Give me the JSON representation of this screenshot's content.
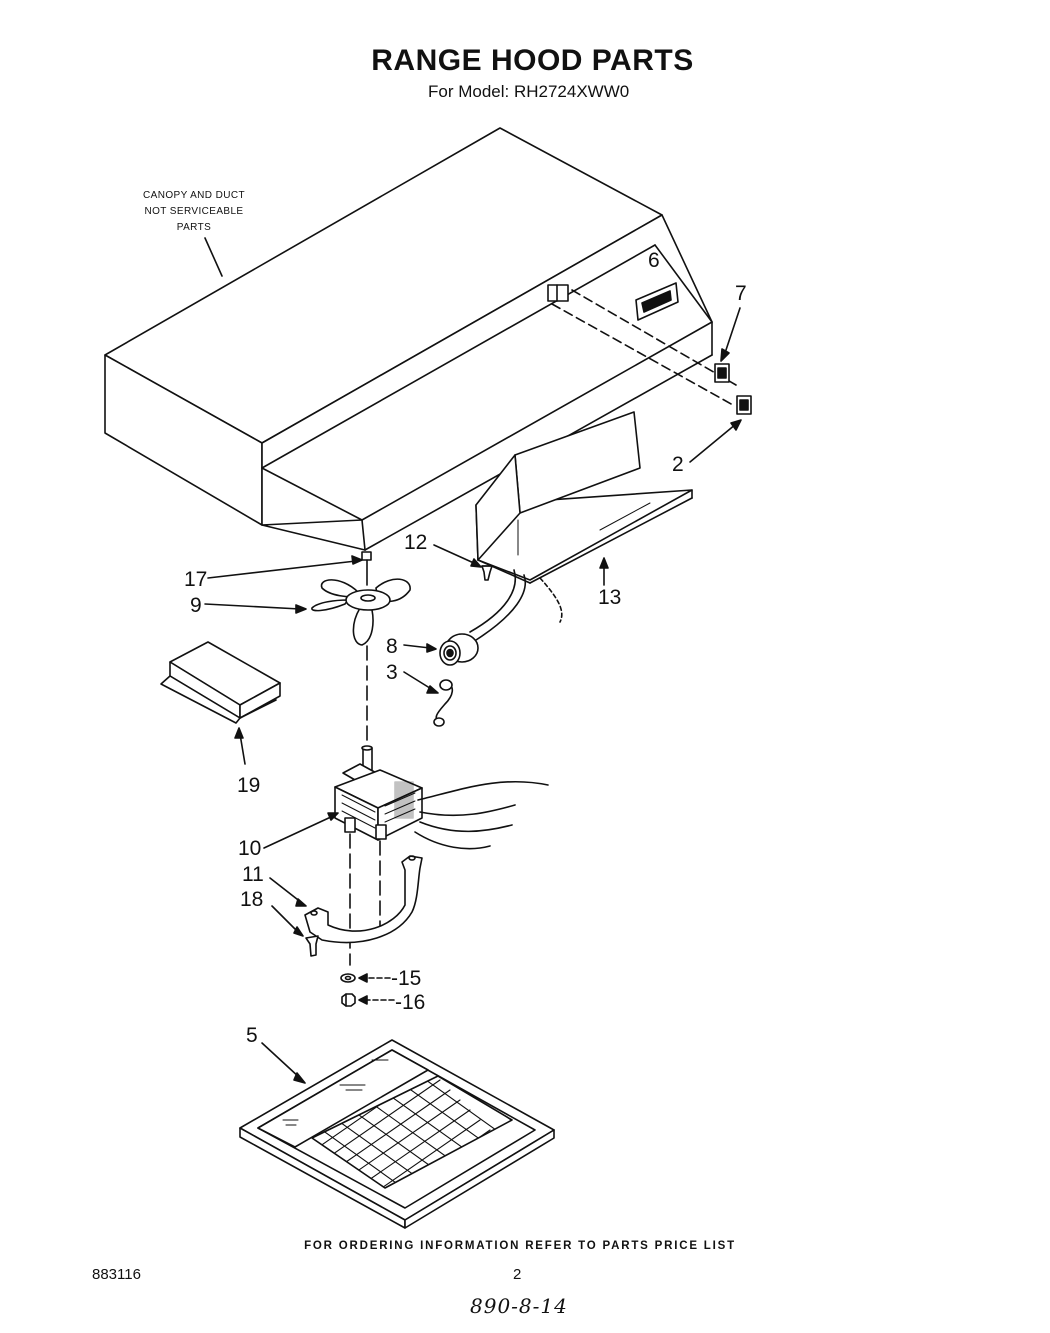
{
  "header": {
    "title": "RANGE HOOD PARTS",
    "subtitle": "For Model: RH2724XWW0"
  },
  "note": {
    "line1": "CANOPY AND DUCT",
    "line2": "NOT SERVICEABLE",
    "line3": "PARTS"
  },
  "callouts": {
    "c2": "2",
    "c3": "3",
    "c5": "5",
    "c6": "6",
    "c7": "7",
    "c8": "8",
    "c9": "9",
    "c10": "10",
    "c11": "11",
    "c12": "12",
    "c13": "13",
    "c15": "-15",
    "c16": "-16",
    "c17": "17",
    "c18": "18",
    "c19": "19"
  },
  "footer": {
    "ordering_info": "FOR ORDERING INFORMATION REFER TO PARTS PRICE LIST",
    "code": "883116",
    "page_number": "2",
    "handwritten": "890-8-14"
  }
}
